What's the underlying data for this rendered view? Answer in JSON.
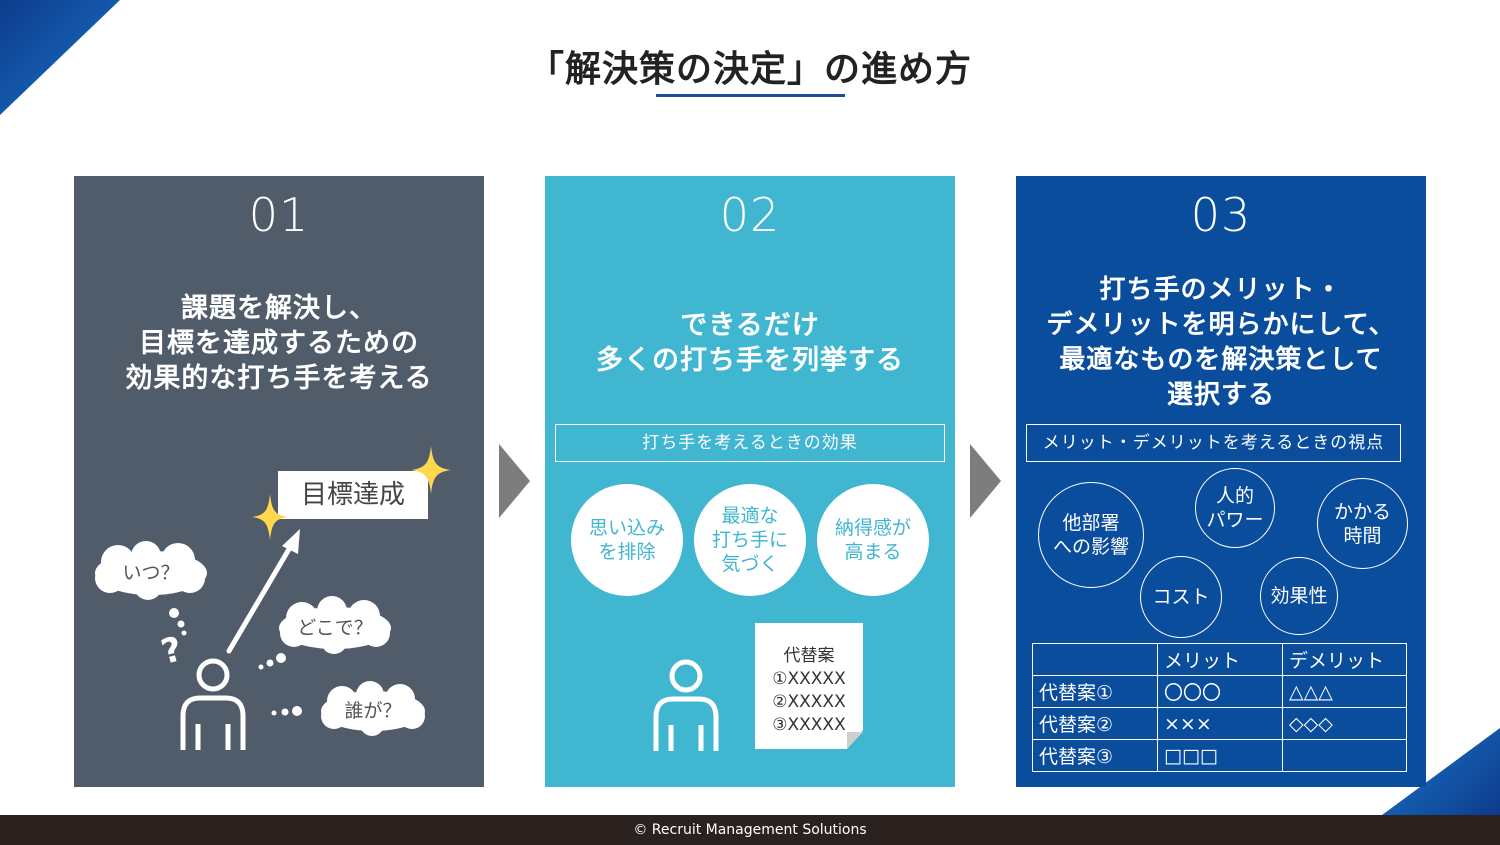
{
  "title": "「解決策の決定」の進め方",
  "footer": "© Recruit Management Solutions",
  "colors": {
    "panel1": "#505c6a",
    "panel2": "#41b6d1",
    "panel3": "#0a4d9d",
    "accent": "#1f4e96"
  },
  "steps": [
    {
      "number": "01",
      "heading": [
        "課題を解決し、",
        "目標を達成するための",
        "効果的な打ち手を考える"
      ],
      "goal": "目標達成",
      "bubbles": [
        "いつ？",
        "どこで？",
        "誰が？"
      ],
      "question_mark": "?"
    },
    {
      "number": "02",
      "heading": [
        "できるだけ",
        "多くの打ち手を列挙する"
      ],
      "box_label": "打ち手を考えるときの効果",
      "effects": [
        [
          "思い込み",
          "を排除"
        ],
        [
          "最適な",
          "打ち手に",
          "気づく"
        ],
        [
          "納得感が",
          "高まる"
        ]
      ],
      "card": [
        "代替案",
        "①XXXXX",
        "②XXXXX",
        "③XXXXX"
      ]
    },
    {
      "number": "03",
      "heading": [
        "打ち手のメリット・",
        "デメリットを明らかにして、",
        "最適なものを解決策として",
        "選択する"
      ],
      "box_label": "メリット・デメリットを考えるときの視点",
      "viewpoints": [
        [
          "他部署",
          "への影響"
        ],
        [
          "人的",
          "パワー"
        ],
        [
          "かかる",
          "時間"
        ],
        [
          "コスト"
        ],
        [
          "効果性"
        ]
      ],
      "table": {
        "headers": [
          "",
          "メリット",
          "デメリット"
        ],
        "rows": [
          [
            "代替案①",
            "〇〇〇",
            "△△△"
          ],
          [
            "代替案②",
            "×××",
            "◇◇◇"
          ],
          [
            "代替案③",
            "□□□",
            ""
          ]
        ]
      }
    }
  ]
}
